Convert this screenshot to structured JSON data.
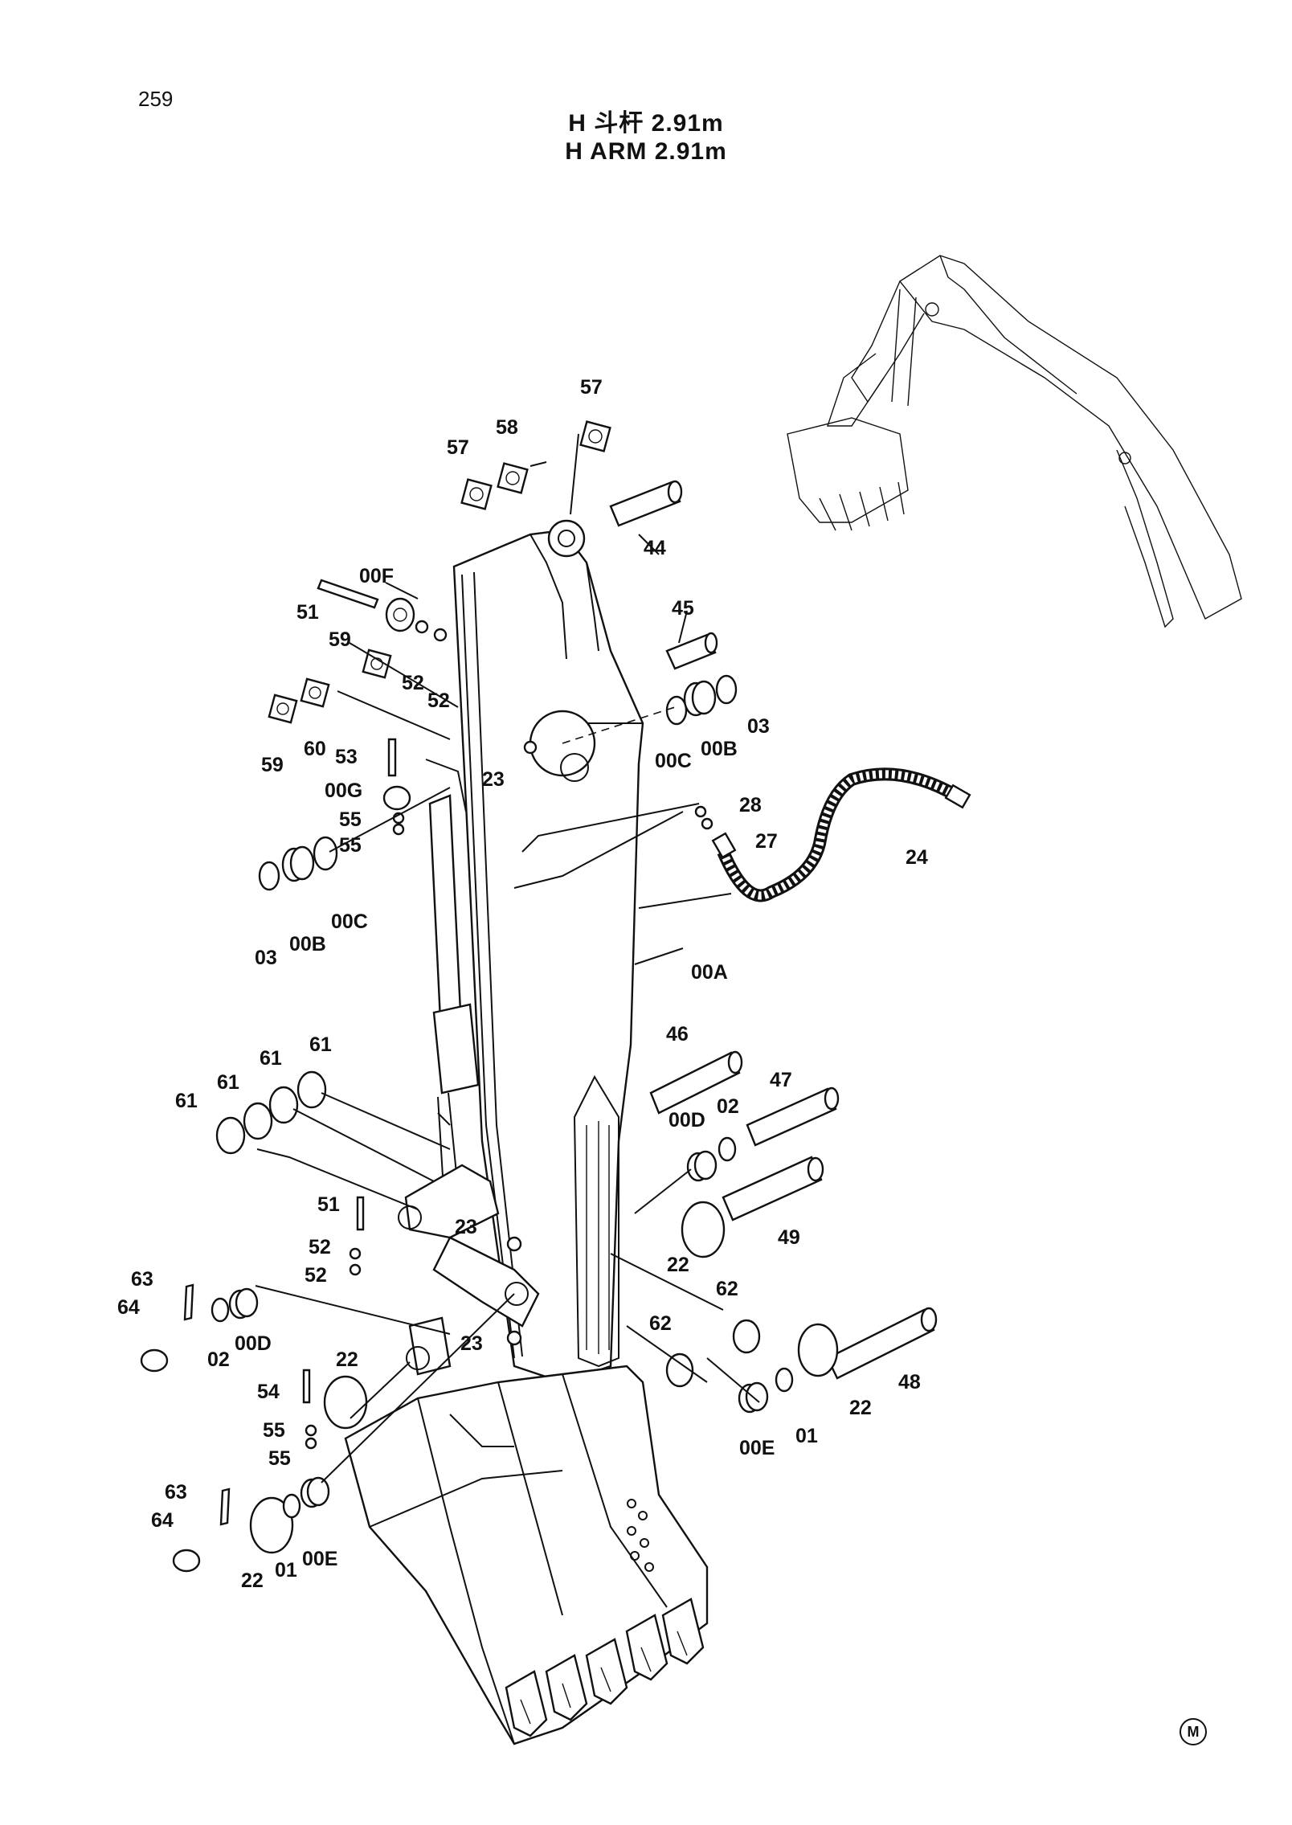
{
  "page_number": "259",
  "title_zh": "H 斗杆 2.91m",
  "title_en": "H  ARM  2.91m",
  "corner_mark": "M",
  "callouts": {
    "c57a": "57",
    "c58": "58",
    "c57b": "57",
    "c44": "44",
    "c00F": "00F",
    "c51a": "51",
    "c52a": "52",
    "c52b": "52",
    "c59a": "59",
    "c59b": "59",
    "c60": "60",
    "c45": "45",
    "c00C_r": "00C",
    "c00B_r": "00B",
    "c03_r": "03",
    "c53": "53",
    "c00G": "00G",
    "c55a": "55",
    "c55b": "55",
    "c23a": "23",
    "c28": "28",
    "c27": "27",
    "c24": "24",
    "c03_l": "03",
    "c00B_l": "00B",
    "c00C_l": "00C",
    "c00A": "00A",
    "c46": "46",
    "c47": "47",
    "c00D_r": "00D",
    "c02_r": "02",
    "c61a": "61",
    "c61b": "61",
    "c61c": "61",
    "c61d": "61",
    "c51b": "51",
    "c52c": "52",
    "c52d": "52",
    "c23b": "23",
    "c23c": "23",
    "c49": "49",
    "c22a": "22",
    "c62a": "62",
    "c62b": "62",
    "c63a": "63",
    "c64a": "64",
    "c02_l": "02",
    "c00D_l": "00D",
    "c22b": "22",
    "c54": "54",
    "c55c": "55",
    "c55d": "55",
    "c48": "48",
    "c22c": "22",
    "c01_r": "01",
    "c00E_r": "00E",
    "c63b": "63",
    "c64b": "64",
    "c22d": "22",
    "c01_l": "01",
    "c00E_l": "00E"
  }
}
